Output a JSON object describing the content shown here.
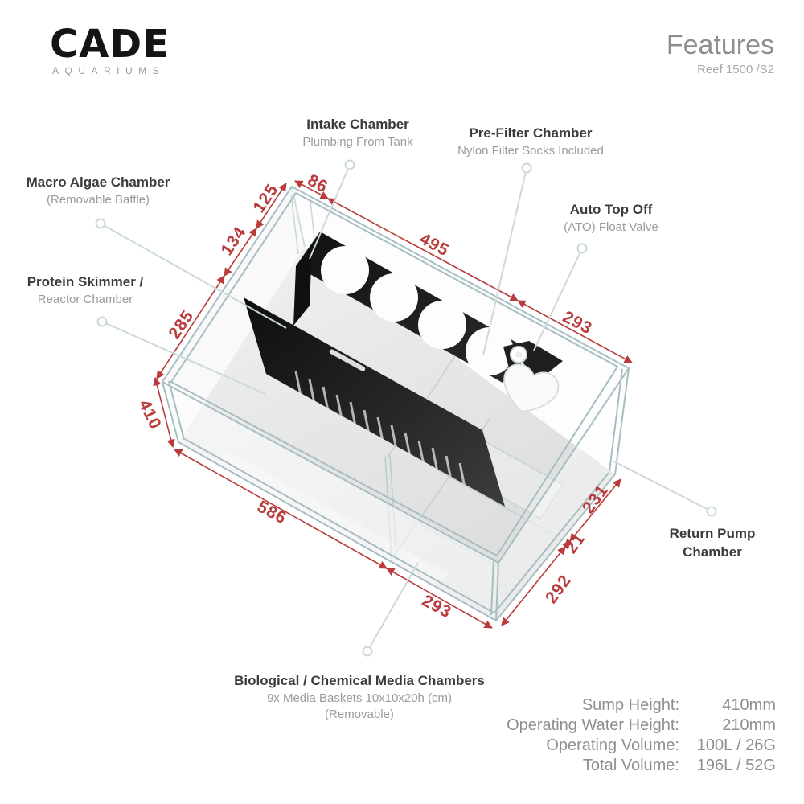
{
  "header": {
    "brand": "CADE",
    "brand_sub": "AQUARIUMS",
    "title": "Features",
    "subtitle": "Reef 1500 /S2"
  },
  "labels": {
    "intake": {
      "title": "Intake Chamber",
      "sub": "Plumbing From Tank"
    },
    "prefilter": {
      "title": "Pre-Filter Chamber",
      "sub": "Nylon Filter Socks Included"
    },
    "ato": {
      "title": "Auto Top Off",
      "sub": "(ATO) Float Valve"
    },
    "macro": {
      "title": "Macro Algae Chamber",
      "sub": "(Removable Baffle)"
    },
    "skimmer": {
      "title": "Protein Skimmer /",
      "sub": "Reactor Chamber"
    },
    "return_pump": {
      "line1": "Return Pump",
      "line2": "Chamber"
    },
    "media": {
      "title": "Biological / Chemical Media Chambers",
      "sub1": "9x Media Baskets 10x10x20h (cm)",
      "sub2": "(Removable)"
    }
  },
  "dims": {
    "ne": [
      "86",
      "495",
      "293"
    ],
    "nw": [
      "125",
      "134",
      "285"
    ],
    "height": "410",
    "front": [
      "586",
      "293"
    ],
    "right": [
      "292",
      "21",
      "231"
    ]
  },
  "specs": {
    "rows": [
      {
        "label": "Sump Height:",
        "value": "410mm"
      },
      {
        "label": "Operating Water Height:",
        "value": "210mm"
      },
      {
        "label": "Operating Volume:",
        "value": "100L / 26G"
      },
      {
        "label": "Total Volume:",
        "value": "196L / 52G"
      }
    ]
  },
  "colors": {
    "dimension_red": "#b93b3b",
    "glass_line": "#a6bec1",
    "leader_line": "#cbd9db",
    "panel_dark": "#1c1c1c"
  }
}
